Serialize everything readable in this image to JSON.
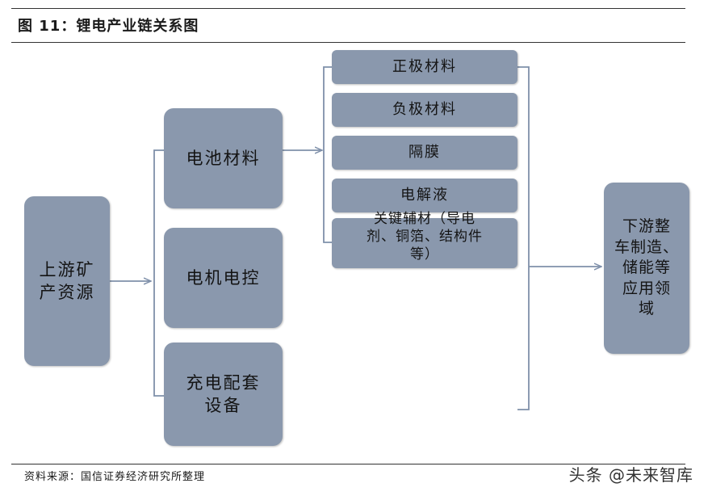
{
  "figure": {
    "title": "图 11：锂电产业链关系图",
    "source": "资料来源：国信证券经济研究所整理",
    "watermark": "头条 @未来智库"
  },
  "nodes": {
    "upstream": "上游矿\n产资源",
    "battery_materials": "电池材料",
    "motor_control": "电机电控",
    "charging_equipment": "充电配套\n设备",
    "cathode": "正极材料",
    "anode": "负极材料",
    "separator": "隔膜",
    "electrolyte": "电解液",
    "key_auxiliary": "关键辅材（导电\n剂、铜箔、结构件\n等）",
    "downstream": "下游整\n车制造、\n储能等\n应用领\n域"
  },
  "colors": {
    "box_fill": "#8a98ad",
    "connector": "#7f90aa"
  }
}
